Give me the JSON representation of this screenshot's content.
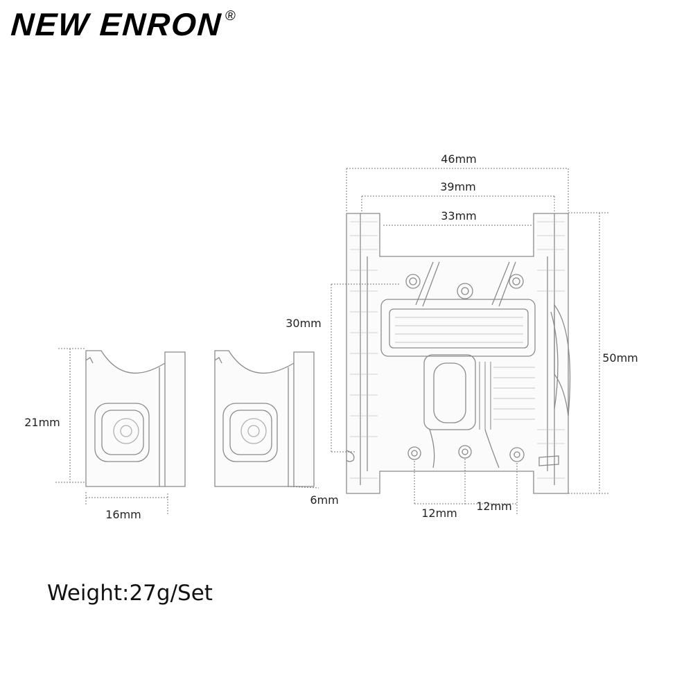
{
  "brand": {
    "name": "NEW ENRON",
    "mark": "®"
  },
  "weight_text": "Weight:27g/Set",
  "dimensions": {
    "d46": "46mm",
    "d39": "39mm",
    "d33": "33mm",
    "d30": "30mm",
    "d50": "50mm",
    "d21": "21mm",
    "d16": "16mm",
    "d6": "6mm",
    "d12a": "12mm",
    "d12b": "12mm"
  },
  "colors": {
    "line": "#8a8a8a",
    "dash": "#777777",
    "text": "#222222"
  }
}
